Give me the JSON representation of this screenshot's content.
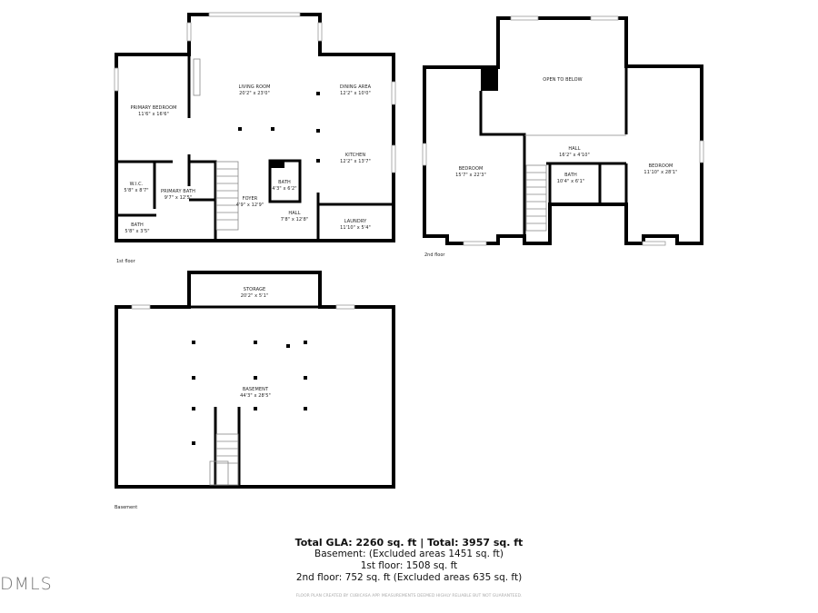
{
  "floors": {
    "first": {
      "label": "1st floor",
      "rooms": [
        {
          "name": "LIVING ROOM",
          "dims": "20'2\" x 23'0\""
        },
        {
          "name": "DINING AREA",
          "dims": "12'2\" x 10'0\""
        },
        {
          "name": "PRIMARY BEDROOM",
          "dims": "11'6\" x 16'6\""
        },
        {
          "name": "KITCHEN",
          "dims": "12'2\" x 13'7\""
        },
        {
          "name": "W.I.C.",
          "dims": "5'8\" x 8'7\""
        },
        {
          "name": "PRIMARY BATH",
          "dims": "9'7\" x 12'5\""
        },
        {
          "name": "BATH",
          "dims": "4'3\" x 6'2\""
        },
        {
          "name": "FOYER",
          "dims": "4'9\" x 12'9\""
        },
        {
          "name": "HALL",
          "dims": "7'8\" x 12'8\""
        },
        {
          "name": "LAUNDRY",
          "dims": "11'10\" x 5'4\""
        },
        {
          "name": "BATH",
          "dims": "5'8\" x 3'5\""
        }
      ]
    },
    "second": {
      "label": "2nd floor",
      "rooms": [
        {
          "name": "OPEN TO BELOW",
          "dims": ""
        },
        {
          "name": "HALL",
          "dims": "16'2\" x 4'10\""
        },
        {
          "name": "BEDROOM",
          "dims": "15'7\" x 22'3\""
        },
        {
          "name": "BATH",
          "dims": "10'4\" x 6'1\""
        },
        {
          "name": "BEDROOM",
          "dims": "11'10\" x 28'1\""
        }
      ]
    },
    "basement": {
      "label": "Basement",
      "rooms": [
        {
          "name": "STORAGE",
          "dims": "20'2\" x 5'1\""
        },
        {
          "name": "BASEMENT",
          "dims": "44'3\" x 28'5\""
        }
      ]
    }
  },
  "summary": {
    "total": "Total GLA: 2260 sq. ft | Total: 3957 sq. ft",
    "basement": "Basement: (Excluded areas 1451 sq. ft)",
    "first": "1st floor: 1508 sq. ft",
    "second": "2nd floor: 752 sq. ft (Excluded areas 635 sq. ft)"
  },
  "disclaimer": "FLOOR PLAN CREATED BY CUBICASA APP. MEASUREMENTS DEEMED HIGHLY RELIABLE BUT NOT GUARANTEED.",
  "logo": "DMLS"
}
